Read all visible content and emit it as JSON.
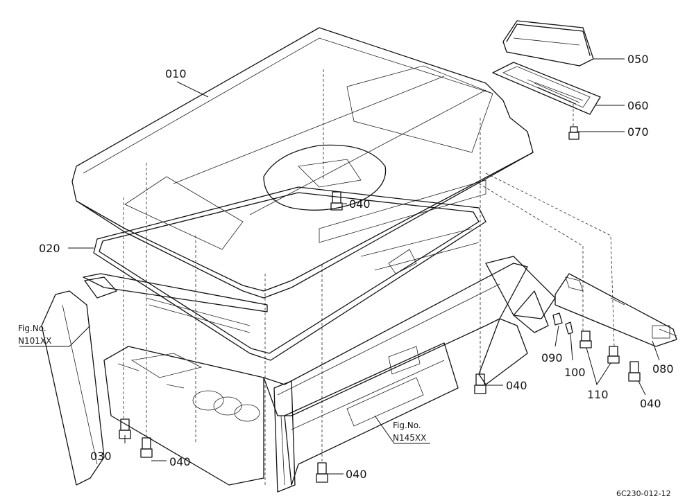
{
  "callouts": {
    "c010": "010",
    "c020": "020",
    "c030": "030",
    "c040a": "040",
    "c040b": "040",
    "c040c": "040",
    "c040d": "040",
    "c040e": "040",
    "c050": "050",
    "c060": "060",
    "c070": "070",
    "c080": "080",
    "c090": "090",
    "c100": "100",
    "c110": "110"
  },
  "figure_refs": {
    "ref1_line1": "Fig.No.",
    "ref1_line2": "N101XX",
    "ref2_line1": "Fig.No.",
    "ref2_line2": "N145XX"
  },
  "drawing_code": "6C230-012-12"
}
